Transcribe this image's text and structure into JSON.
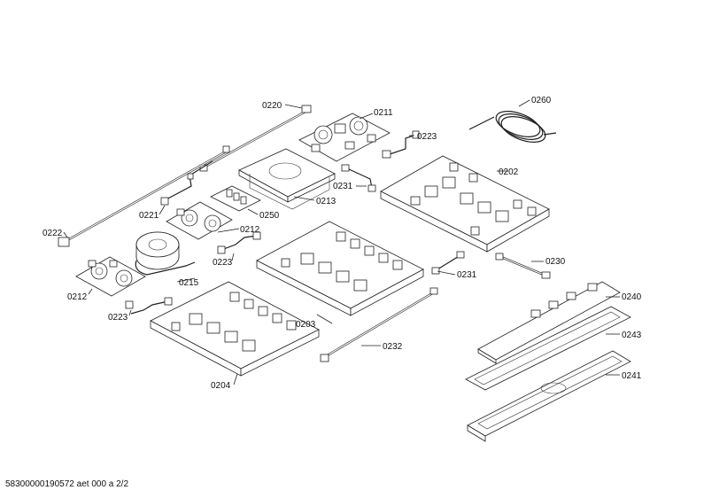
{
  "labels": {
    "p0220": "0220",
    "p0211": "0211",
    "p0223a": "0223",
    "p0260": "0260",
    "p0202": "0202",
    "p0231a": "0231",
    "p0213": "0213",
    "p0221": "0221",
    "p0250": "0250",
    "p0222": "0222",
    "p0212a": "0212",
    "p0223b": "0223",
    "p0215": "0215",
    "p0212b": "0212",
    "p0223c": "0223",
    "p0231b": "0231",
    "p0230": "0230",
    "p0240": "0240",
    "p0203": "0203",
    "p0232": "0232",
    "p0243": "0243",
    "p0204": "0204",
    "p0241": "0241"
  },
  "footer": "58300000190572 aet 000 a 2/2"
}
